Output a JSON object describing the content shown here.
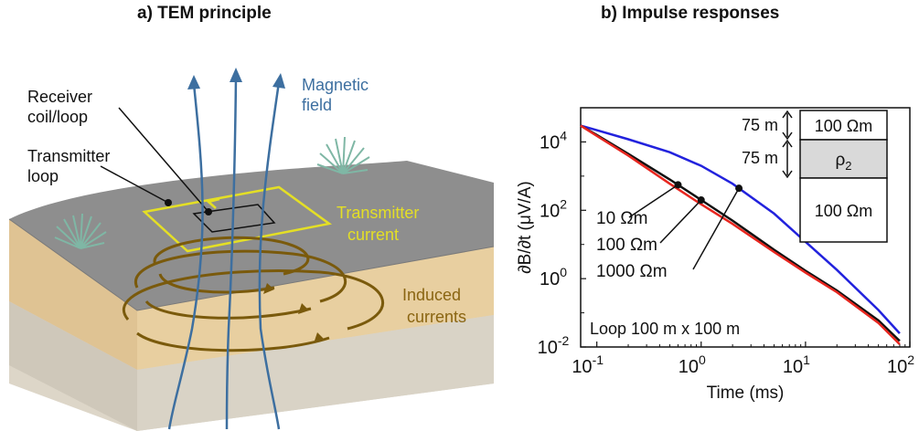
{
  "panel_a": {
    "title": "a) TEM principle",
    "receiver_label_1": "Receiver",
    "receiver_label_2": "coil/loop",
    "transmitter_loop_label_1": "Transmitter",
    "transmitter_loop_label_2": "loop",
    "magnetic_field_label_1": "Magnetic",
    "magnetic_field_label_2": "field",
    "transmitter_current_label_1": "Transmitter",
    "transmitter_current_label_2": "current",
    "induced_currents_label_1": "Induced",
    "induced_currents_label_2": "currents",
    "colors": {
      "field": "#3d6fa0",
      "transmitter": "#e4df25",
      "induced": "#7a5a0c",
      "ground_top": "#8e8e8e",
      "sand": "#e8cfa0"
    }
  },
  "panel_b": {
    "title": "b) Impulse responses",
    "xlabel": "Time (ms)",
    "ylabel": "∂B/∂t (μV/A)",
    "xticks": [
      "10",
      "10",
      "10",
      "10"
    ],
    "xtick_exponents": [
      "-1",
      "0",
      "1",
      "2"
    ],
    "yticks": [
      "10",
      "10",
      "10",
      "10"
    ],
    "ytick_exponents": [
      "-2",
      "0",
      "2",
      "4"
    ],
    "loop_label": "Loop 100 m x 100 m",
    "curve_labels": [
      "10 Ωm",
      "100 Ωm",
      "1000 Ωm"
    ],
    "inset": {
      "top_thickness": "75 m",
      "mid_thickness": "75 m",
      "top_resistivity": "100 Ωm",
      "mid_resistivity": "ρ",
      "mid_resistivity_sub": "2",
      "bottom_resistivity": "100 Ωm"
    }
  },
  "chart_data": {
    "type": "line",
    "title": "b) Impulse responses",
    "xlabel": "Time (ms)",
    "ylabel": "∂B/∂t (μV/A)",
    "xscale": "log",
    "yscale": "log",
    "xlim": [
      0.07,
      100
    ],
    "ylim": [
      0.01,
      100000
    ],
    "series": [
      {
        "name": "10 Ωm",
        "color": "#e8261f",
        "x": [
          0.07,
          0.1,
          0.2,
          0.5,
          1,
          2,
          5,
          10,
          20,
          50,
          80
        ],
        "y": [
          30000,
          15000,
          4000,
          600,
          150,
          40,
          6,
          1.5,
          0.4,
          0.05,
          0.012
        ]
      },
      {
        "name": "100 Ωm",
        "color": "#111111",
        "x": [
          0.07,
          0.1,
          0.2,
          0.5,
          1,
          2,
          5,
          10,
          20,
          50,
          80
        ],
        "y": [
          30000,
          16000,
          4500,
          800,
          200,
          50,
          7,
          1.7,
          0.45,
          0.06,
          0.015
        ]
      },
      {
        "name": "1000 Ωm",
        "color": "#2222dd",
        "x": [
          0.07,
          0.1,
          0.2,
          0.5,
          1,
          2,
          5,
          10,
          20,
          50,
          80
        ],
        "y": [
          30000,
          22000,
          12000,
          5000,
          2000,
          600,
          80,
          12,
          1.8,
          0.12,
          0.025
        ]
      }
    ],
    "grid": false,
    "legend": "annotations"
  }
}
